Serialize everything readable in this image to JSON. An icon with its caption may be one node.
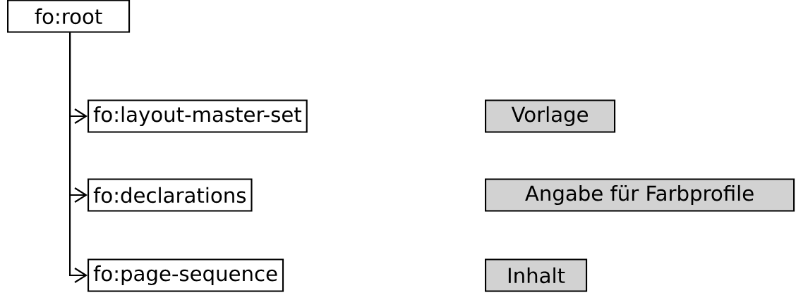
{
  "diagram": {
    "nodes": [
      {
        "text": [
          "fo:root"
        ]
      },
      {
        "text": [
          "fo:layout-master-set"
        ]
      },
      {
        "text": [
          "fo:declarations"
        ]
      },
      {
        "text": [
          "fo:page-sequence"
        ]
      },
      {
        "text": [
          "Vorlage"
        ]
      },
      {
        "text": [
          "Angabe für Farbprofile"
        ]
      },
      {
        "text": [
          "Inhalt"
        ]
      }
    ],
    "edges": [
      {
        "from": 0,
        "to": 1,
        "arrow": "to"
      },
      {
        "from": 0,
        "to": 2,
        "arrow": "to"
      },
      {
        "from": 0,
        "to": 3,
        "arrow": "to"
      }
    ]
  }
}
